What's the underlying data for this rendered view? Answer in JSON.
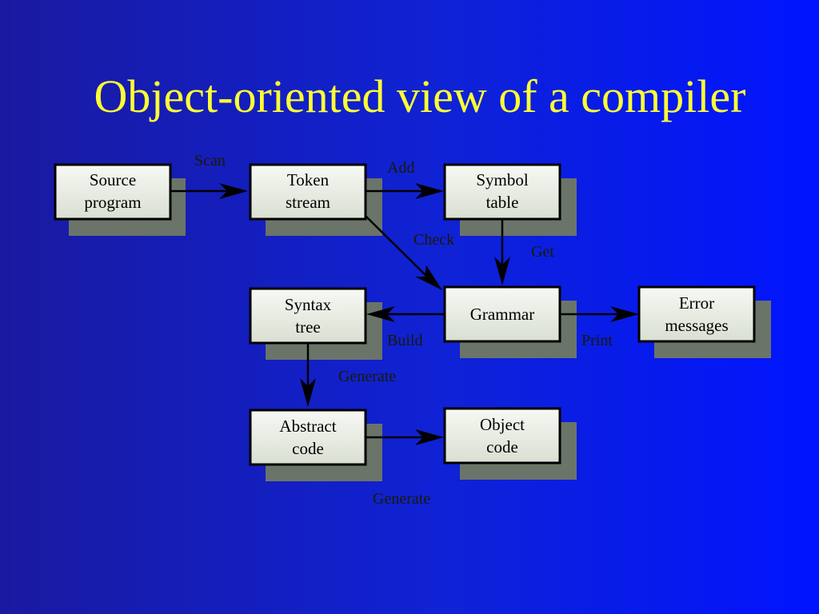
{
  "title": "Object-oriented view of a compiler",
  "nodes": {
    "source_program": [
      "Source",
      "program"
    ],
    "token_stream": [
      "Token",
      "stream"
    ],
    "symbol_table": [
      "Symbol",
      "table"
    ],
    "syntax_tree": [
      "Syntax",
      "tree"
    ],
    "grammar": [
      "Grammar"
    ],
    "error_messages": [
      "Error",
      "messages"
    ],
    "abstract_code": [
      "Abstract",
      "code"
    ],
    "object_code": [
      "Object",
      "code"
    ]
  },
  "edges": {
    "scan": "Scan",
    "add": "Add",
    "check": "Check",
    "get": "Get",
    "build": "Build",
    "print": "Print",
    "generate_tree": "Generate",
    "generate_code": "Generate"
  },
  "colors": {
    "box_fill": "#eef2e8",
    "shadow": "#6b7468",
    "title": "#ffff33",
    "edge_label": "#1a1a00"
  }
}
